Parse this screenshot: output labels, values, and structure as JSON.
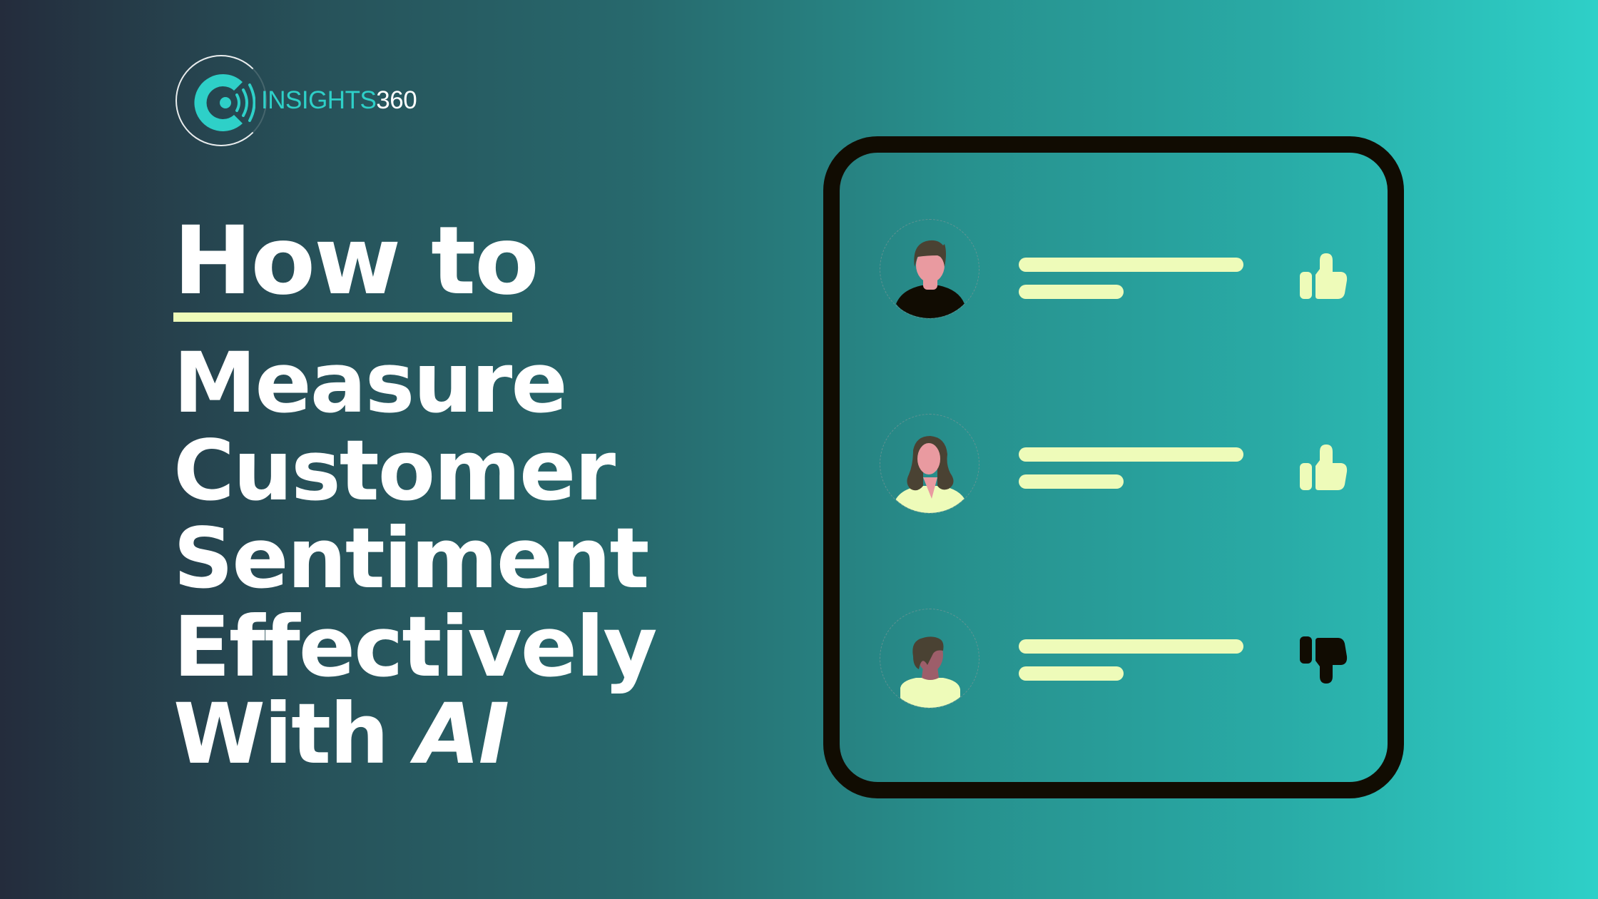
{
  "brand": {
    "name_part1": "INSIGHTS",
    "name_part2": "360",
    "accent_color": "#2ed0c8"
  },
  "headline": {
    "line0": "How to",
    "line1": "Measure",
    "line2": "Customer",
    "line3": "Sentiment",
    "line4": "Effectively",
    "line5_regular": "With ",
    "line5_italic": "AI",
    "underline_color": "#eefbb9"
  },
  "illustration": {
    "reviews": [
      {
        "avatar": "man-avatar",
        "sentiment": "positive",
        "icon": "thumbs-up-icon"
      },
      {
        "avatar": "woman-avatar",
        "sentiment": "positive",
        "icon": "thumbs-up-icon"
      },
      {
        "avatar": "man-avatar-2",
        "sentiment": "negative",
        "icon": "thumbs-down-icon"
      }
    ],
    "positive_color": "#eefbb9",
    "negative_color": "#110c02"
  }
}
